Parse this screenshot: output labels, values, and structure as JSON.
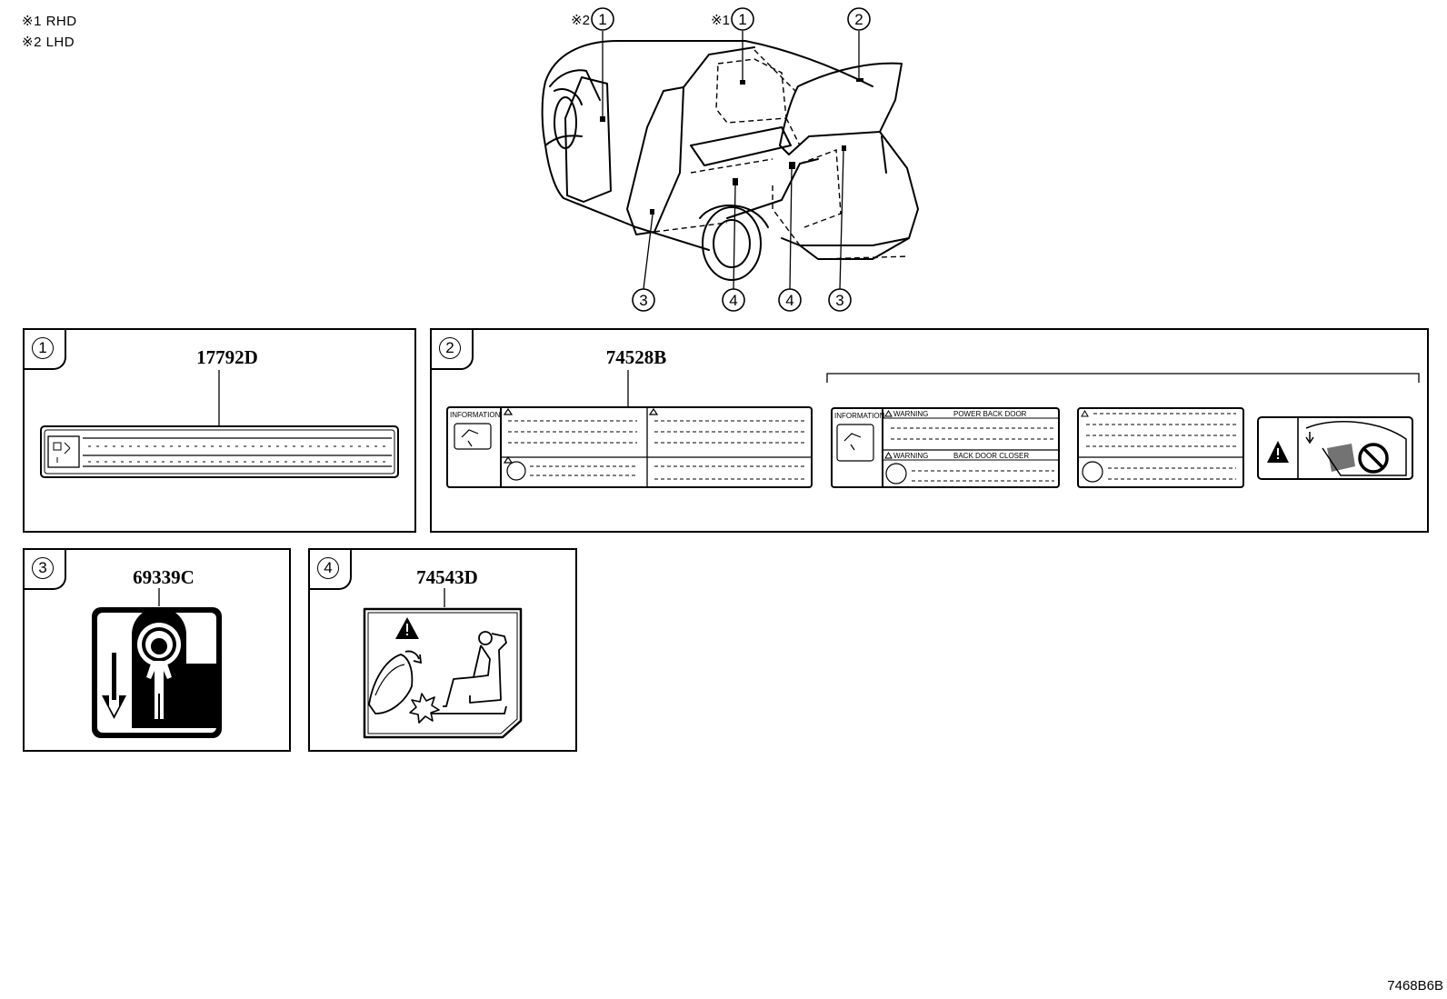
{
  "notes": {
    "rhd": "※1 RHD",
    "lhd": "※2 LHD"
  },
  "car_callouts": {
    "c1_prefix": "※2",
    "c1_num": "1",
    "c2_prefix": "※1",
    "c2_num": "1",
    "c3_num": "2",
    "c4_num": "3",
    "c5_num": "4",
    "c6_num": "4",
    "c7_num": "3"
  },
  "panels": {
    "p1": {
      "index": "1",
      "part": "17792D"
    },
    "p2": {
      "index": "2",
      "part": "74528B",
      "info1": "INFORMATION",
      "info2": "INFORMATION",
      "warning1": "WARNING",
      "warning1_title": "POWER BACK DOOR",
      "warning2": "WARNING",
      "warning2_title": "BACK DOOR CLOSER"
    },
    "p3": {
      "index": "3",
      "part": "69339C"
    },
    "p4": {
      "index": "4",
      "part": "74543D"
    }
  },
  "footer": {
    "code": "7468B6B"
  }
}
